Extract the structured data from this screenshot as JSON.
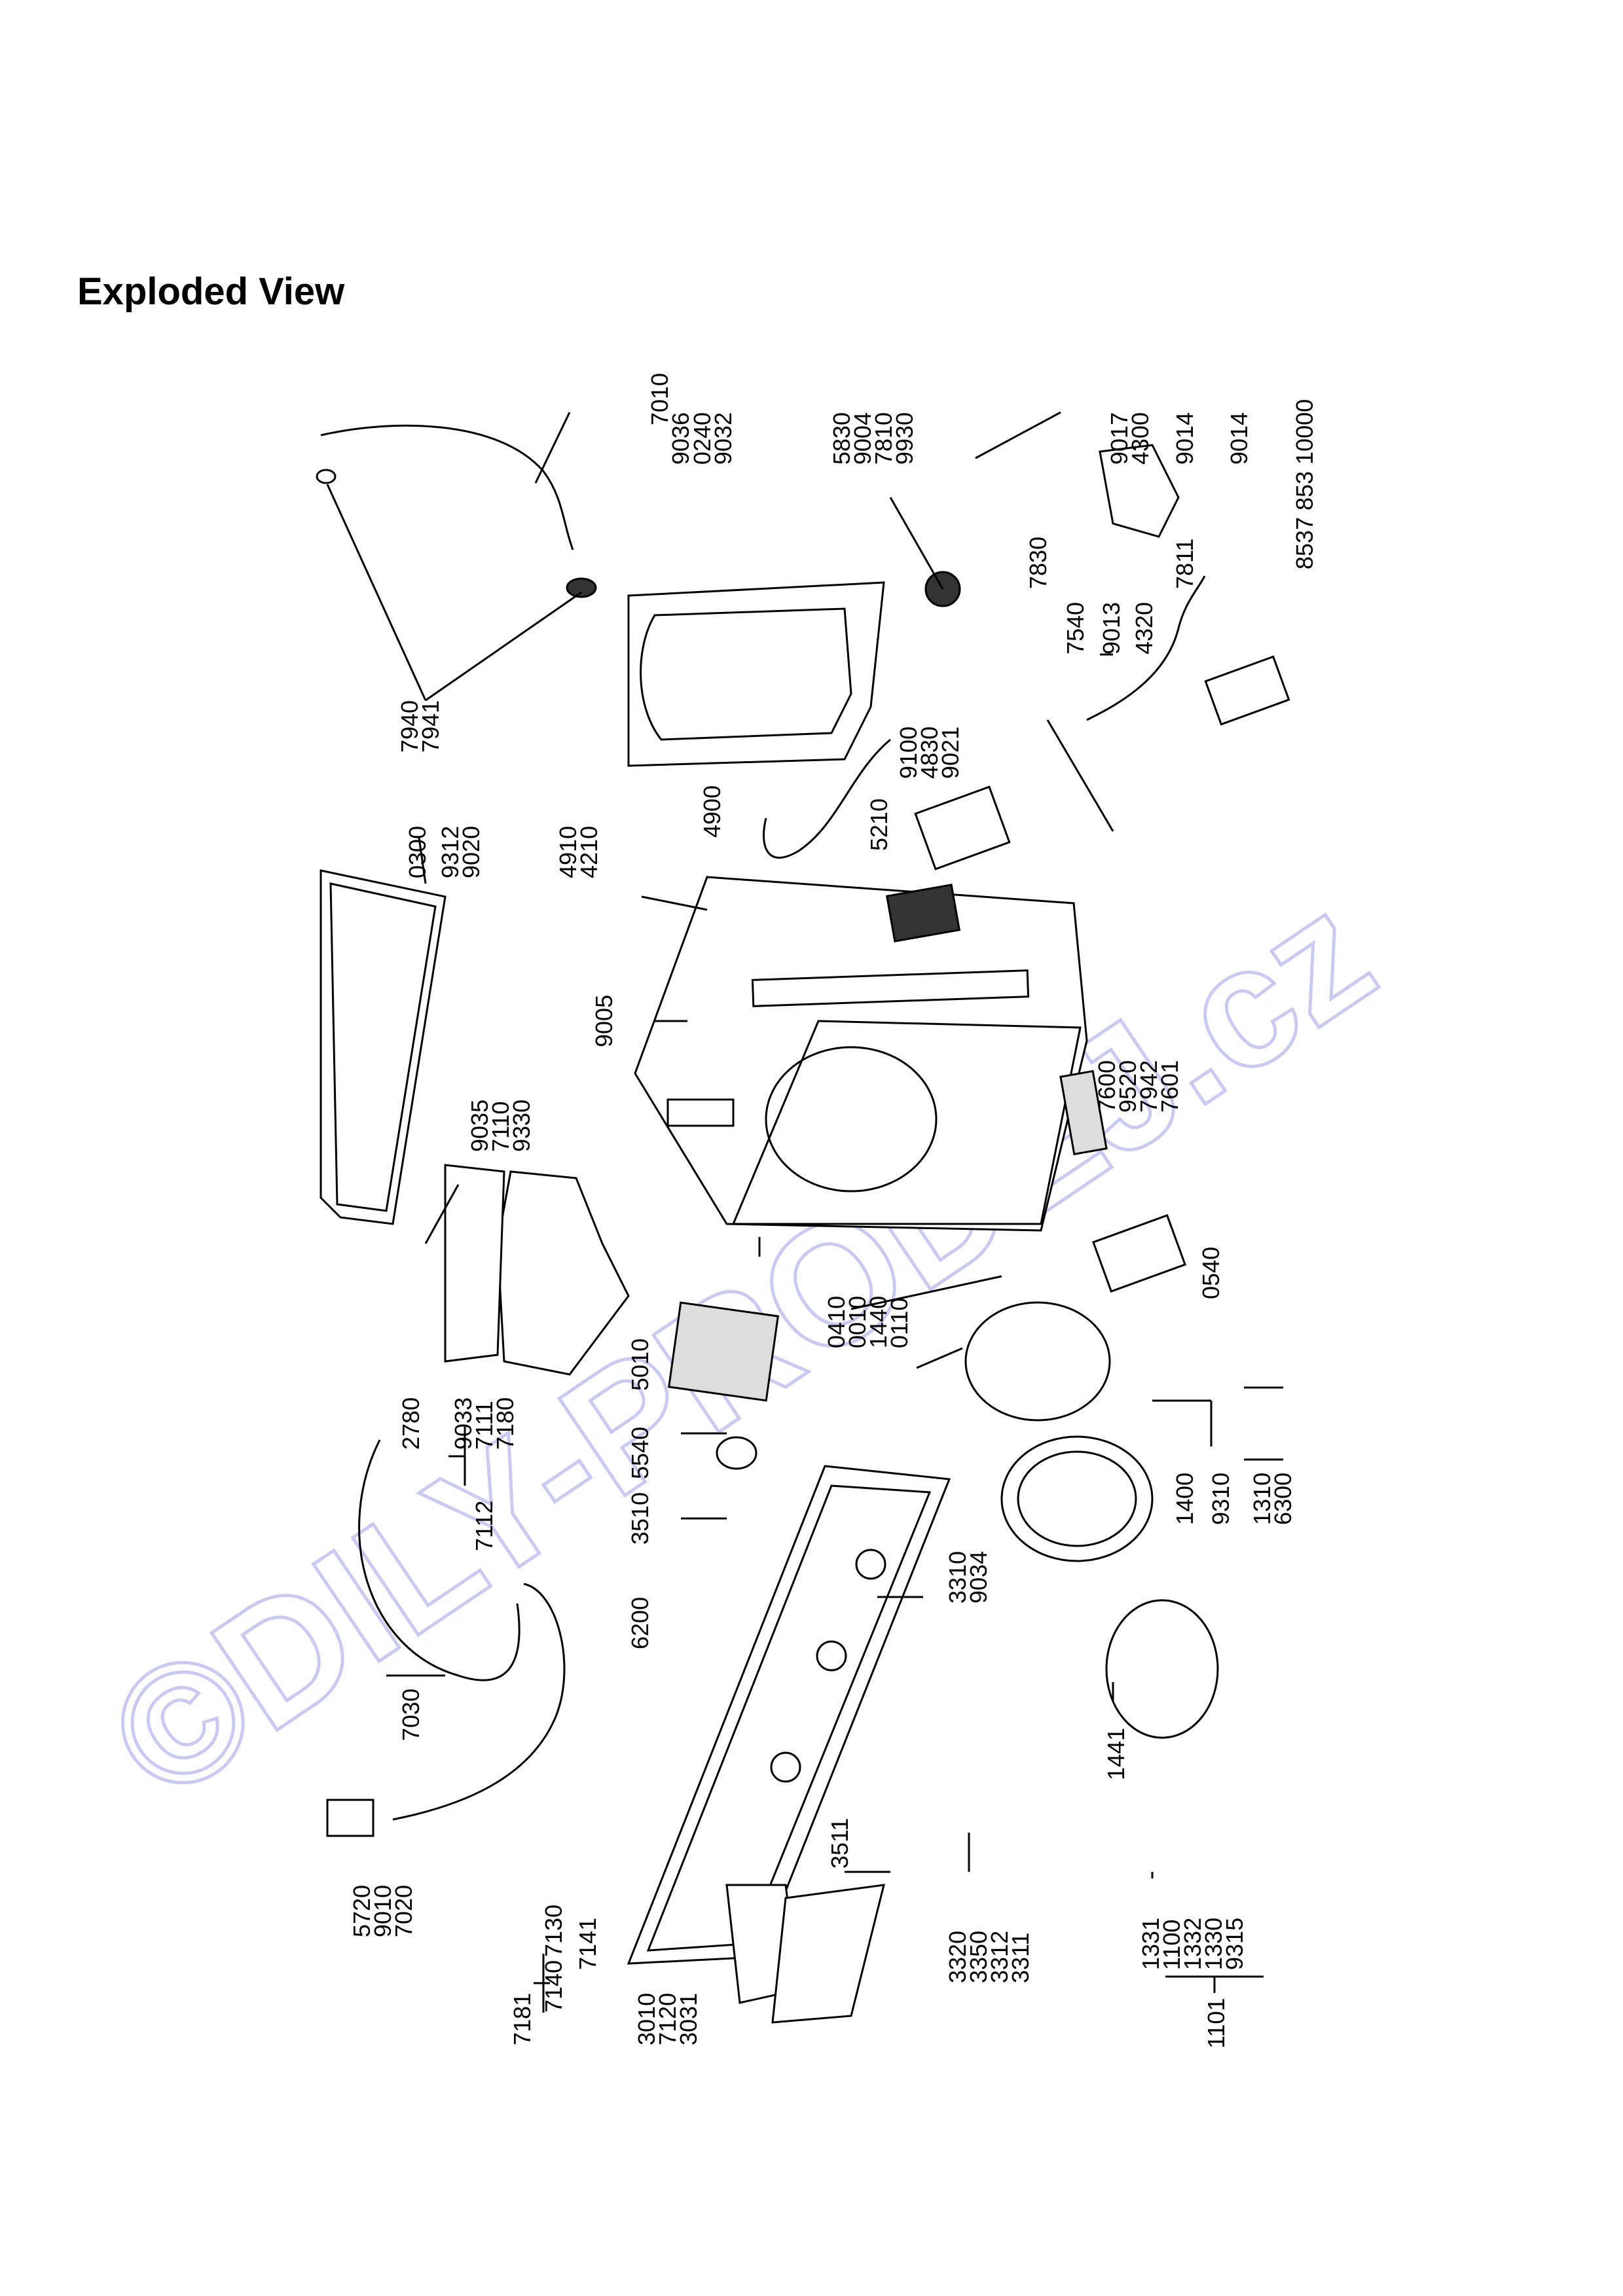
{
  "page": {
    "title": "Exploded View",
    "watermark": "©DILY-PRODEJ.cz",
    "model_reference": "8537 853 10000"
  },
  "labels": {
    "l7010": "7010",
    "l9036": "9036",
    "l0240": "0240",
    "l9032": "9032",
    "l5830": "5830",
    "l9004": "9004",
    "l7810": "7810",
    "l9930": "9930",
    "l9017": "9017",
    "l4300": "4300",
    "l9014a": "9014",
    "l9014b": "9014",
    "l7940": "7940",
    "l7941": "7941",
    "l0300": "0300",
    "l9312": "9312",
    "l9020": "9020",
    "l4910": "4910",
    "l4210": "4210",
    "l4900": "4900",
    "l9100": "9100",
    "l4830": "4830",
    "l9021": "9021",
    "l5210": "5210",
    "l7830": "7830",
    "l7540": "7540",
    "l9013": "9013",
    "l4320": "4320",
    "l7811": "7811",
    "l9005": "9005",
    "l9035": "9035",
    "l7110": "7110",
    "l9330": "9330",
    "l7600": "7600",
    "l9520": "9520",
    "l7942": "7942",
    "l7601": "7601",
    "l0410": "0410",
    "l0010": "0010",
    "l1440": "1440",
    "l0110": "0110",
    "l0540": "0540",
    "l2780": "2780",
    "l9033": "9033",
    "l7111": "7111",
    "l7180": "7180",
    "l7112": "7112",
    "l5010": "5010",
    "l5540": "5540",
    "l3510": "3510",
    "l6200": "6200",
    "l3310": "3310",
    "l9034": "9034",
    "l1400": "1400",
    "l9310": "9310",
    "l1310": "1310",
    "l6300": "6300",
    "l7030": "7030",
    "l1441": "1441",
    "l5720": "5720",
    "l9010": "9010",
    "l7020": "7020",
    "l7181": "7181",
    "l7130": "7130",
    "l7140": "7140",
    "l7141": "7141",
    "l3010": "3010",
    "l7120": "7120",
    "l3031": "3031",
    "l3511": "3511",
    "l3320": "3320",
    "l3350": "3350",
    "l3312": "3312",
    "l3311": "3311",
    "l1331": "1331",
    "l1100": "1100",
    "l1332": "1332",
    "l1330": "1330",
    "l9315": "9315",
    "l1101": "1101"
  }
}
